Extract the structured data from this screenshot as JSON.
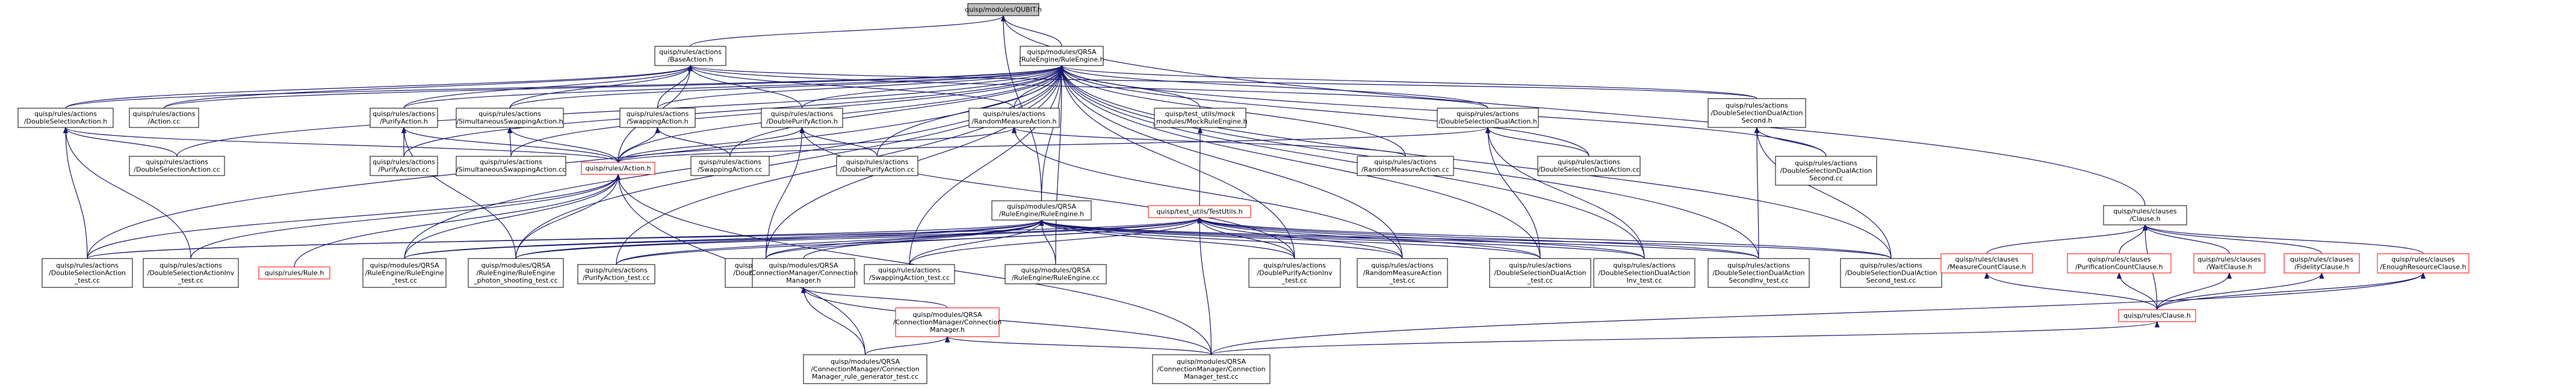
{
  "colors": {
    "edge": "#191970",
    "node_border": "#000000",
    "node_border_truncated": "#ff0000",
    "root_fill": "#bfbfbf",
    "node_fill": "#ffffff"
  },
  "graph": {
    "nodes": [
      {
        "id": "qubit",
        "lines": [
          "quisp/modules/QUBIT.h"
        ],
        "style": "root"
      },
      {
        "id": "baseaction",
        "lines": [
          "quisp/rules/actions",
          "/BaseAction.h"
        ]
      },
      {
        "id": "ruleengine",
        "lines": [
          "quisp/modules/QRSA",
          "/RuleEngine/RuleEngine.h"
        ]
      },
      {
        "id": "dsaction",
        "lines": [
          "quisp/rules/actions",
          "/DoubleSelectionAction.h"
        ]
      },
      {
        "id": "actioncc",
        "lines": [
          "quisp/rules/actions",
          "/Action.cc"
        ]
      },
      {
        "id": "purifyaction",
        "lines": [
          "quisp/rules/actions",
          "/PurifyAction.h"
        ]
      },
      {
        "id": "simswap",
        "lines": [
          "quisp/rules/actions",
          "/SimultaneousSwappingAction.h"
        ]
      },
      {
        "id": "swapping",
        "lines": [
          "quisp/rules/actions",
          "/SwappingAction.h"
        ]
      },
      {
        "id": "doublepurify",
        "lines": [
          "quisp/rules/actions",
          "/DoublePurifyAction.h"
        ]
      },
      {
        "id": "randommeasure",
        "lines": [
          "quisp/rules/actions",
          "/RandomMeasureAction.h"
        ]
      },
      {
        "id": "mockre",
        "lines": [
          "quisp/test_utils/mock",
          "_modules/MockRuleEngine.h"
        ]
      },
      {
        "id": "dsdual",
        "lines": [
          "quisp/rules/actions",
          "/DoubleSelectionDualAction.h"
        ]
      },
      {
        "id": "dsdualsecond",
        "lines": [
          "quisp/rules/actions",
          "/DoubleSelectionDualAction",
          "Second.h"
        ]
      },
      {
        "id": "clause",
        "lines": [
          "quisp/rules/clauses",
          "/Clause.h"
        ]
      },
      {
        "id": "dsactioncc",
        "lines": [
          "quisp/rules/actions",
          "/DoubleSelectionAction.cc"
        ]
      },
      {
        "id": "purifycc",
        "lines": [
          "quisp/rules/actions",
          "/PurifyAction.cc"
        ]
      },
      {
        "id": "simswapcc",
        "lines": [
          "quisp/rules/actions",
          "/SimultaneousSwappingAction.cc"
        ]
      },
      {
        "id": "action",
        "lines": [
          "quisp/rules/Action.h"
        ],
        "style": "truncated"
      },
      {
        "id": "swappingcc",
        "lines": [
          "quisp/rules/actions",
          "/SwappingAction.cc"
        ]
      },
      {
        "id": "doublepurifycc",
        "lines": [
          "quisp/rules/actions",
          "/DoublePurifyAction.cc"
        ]
      },
      {
        "id": "re2",
        "lines": [
          "quisp/modules/QRSA",
          "/RuleEngine/RuleEngine.h"
        ]
      },
      {
        "id": "testutils",
        "lines": [
          "quisp/test_utils/TestUtils.h"
        ],
        "style": "truncated"
      },
      {
        "id": "randommeasurecc",
        "lines": [
          "quisp/rules/actions",
          "/RandomMeasureAction.cc"
        ]
      },
      {
        "id": "dsdualcc",
        "lines": [
          "quisp/rules/actions",
          "/DoubleSelectionDualAction.cc"
        ]
      },
      {
        "id": "dsdualsecondcc",
        "lines": [
          "quisp/rules/actions",
          "/DoubleSelectionDualAction",
          "Second.cc"
        ]
      },
      {
        "id": "dsaction_test",
        "lines": [
          "quisp/rules/actions",
          "/DoubleSelectionAction",
          "_test.cc"
        ]
      },
      {
        "id": "dsactioninv_test",
        "lines": [
          "quisp/rules/actions",
          "/DoubleSelectionActionInv",
          "_test.cc"
        ]
      },
      {
        "id": "rule",
        "lines": [
          "quisp/rules/Rule.h"
        ],
        "style": "truncated"
      },
      {
        "id": "re_test",
        "lines": [
          "quisp/modules/QRSA",
          "/RuleEngine/RuleEngine",
          "_test.cc"
        ]
      },
      {
        "id": "re_photon_test",
        "lines": [
          "quisp/modules/QRSA",
          "/RuleEngine/RuleEngine",
          "_photon_shooting_test.cc"
        ]
      },
      {
        "id": "purify_test",
        "lines": [
          "quisp/rules/actions",
          "/PurifyAction_test.cc"
        ]
      },
      {
        "id": "doublepurify_test",
        "lines": [
          "quisp/rules/actions",
          "/DoublePurifyAction",
          "_test.cc"
        ]
      },
      {
        "id": "cm",
        "lines": [
          "quisp/modules/QRSA",
          "/ConnectionManager/Connection",
          "Manager.h"
        ]
      },
      {
        "id": "recc",
        "lines": [
          "quisp/modules/QRSA",
          "/RuleEngine/RuleEngine.cc"
        ]
      },
      {
        "id": "swapping_test",
        "lines": [
          "quisp/rules/actions",
          "/SwappingAction_test.cc"
        ]
      },
      {
        "id": "doublepurifyinv_test",
        "lines": [
          "quisp/rules/actions",
          "/DoublePurifyActionInv",
          "_test.cc"
        ]
      },
      {
        "id": "randommeasure_test",
        "lines": [
          "quisp/rules/actions",
          "/RandomMeasureAction",
          "_test.cc"
        ]
      },
      {
        "id": "dsdual_test",
        "lines": [
          "quisp/rules/actions",
          "/DoubleSelectionDualAction",
          "_test.cc"
        ]
      },
      {
        "id": "dsdualinv_test",
        "lines": [
          "quisp/rules/actions",
          "/DoubleSelectionDualAction",
          "Inv_test.cc"
        ]
      },
      {
        "id": "dsdualsecondinv_test",
        "lines": [
          "quisp/rules/actions",
          "/DoubleSelectionDualAction",
          "SecondInv_test.cc"
        ]
      },
      {
        "id": "dsdualsecond_test",
        "lines": [
          "quisp/rules/actions",
          "/DoubleSelectionDualAction",
          "Second_test.cc"
        ]
      },
      {
        "id": "cm2",
        "lines": [
          "quisp/modules/QRSA",
          "/ConnectionManager/Connection",
          "Manager.h"
        ],
        "style": "truncated"
      },
      {
        "id": "measurecount",
        "lines": [
          "quisp/rules/clauses",
          "/MeasureCountClause.h"
        ],
        "style": "truncated"
      },
      {
        "id": "purificationcount",
        "lines": [
          "quisp/rules/clauses",
          "/PurificationCountClause.h"
        ],
        "style": "truncated"
      },
      {
        "id": "waitclause",
        "lines": [
          "quisp/rules/clauses",
          "/WaitClause.h"
        ],
        "style": "truncated"
      },
      {
        "id": "fidelity",
        "lines": [
          "quisp/rules/clauses",
          "/FidelityClause.h"
        ],
        "style": "truncated"
      },
      {
        "id": "enoughresource",
        "lines": [
          "quisp/rules/clauses",
          "/EnoughResourceClause.h"
        ],
        "style": "truncated"
      },
      {
        "id": "rulesclause",
        "lines": [
          "quisp/rules/Clause.h"
        ],
        "style": "truncated"
      },
      {
        "id": "cm_rulegen_test",
        "lines": [
          "quisp/modules/QRSA",
          "/ConnectionManager/Connection",
          "Manager_rule_generator_test.cc"
        ]
      },
      {
        "id": "cm_test",
        "lines": [
          "quisp/modules/QRSA",
          "/ConnectionManager/Connection",
          "Manager_test.cc"
        ]
      }
    ],
    "edges": [
      [
        "baseaction",
        "qubit"
      ],
      [
        "ruleengine",
        "qubit"
      ],
      [
        "re2",
        "qubit"
      ],
      [
        "clause",
        "qubit"
      ],
      [
        "dsaction",
        "baseaction"
      ],
      [
        "actioncc",
        "baseaction"
      ],
      [
        "purifyaction",
        "baseaction"
      ],
      [
        "simswap",
        "baseaction"
      ],
      [
        "swapping",
        "baseaction"
      ],
      [
        "doublepurify",
        "baseaction"
      ],
      [
        "randommeasure",
        "baseaction"
      ],
      [
        "dsdual",
        "baseaction"
      ],
      [
        "dsdualsecond",
        "baseaction"
      ],
      [
        "action",
        "baseaction"
      ],
      [
        "dsaction",
        "ruleengine"
      ],
      [
        "actioncc",
        "ruleengine"
      ],
      [
        "purifyaction",
        "ruleengine"
      ],
      [
        "simswap",
        "ruleengine"
      ],
      [
        "swapping",
        "ruleengine"
      ],
      [
        "doublepurify",
        "ruleengine"
      ],
      [
        "randommeasure",
        "ruleengine"
      ],
      [
        "mockre",
        "ruleengine"
      ],
      [
        "dsdual",
        "ruleengine"
      ],
      [
        "dsdualsecond",
        "ruleengine"
      ],
      [
        "re2",
        "ruleengine"
      ],
      [
        "dsactioncc",
        "ruleengine"
      ],
      [
        "purifycc",
        "ruleengine"
      ],
      [
        "simswapcc",
        "ruleengine"
      ],
      [
        "swappingcc",
        "ruleengine"
      ],
      [
        "doublepurifycc",
        "ruleengine"
      ],
      [
        "randommeasurecc",
        "ruleengine"
      ],
      [
        "dsdualcc",
        "ruleengine"
      ],
      [
        "dsdualsecondcc",
        "ruleengine"
      ],
      [
        "action",
        "ruleengine"
      ],
      [
        "recc",
        "ruleengine"
      ],
      [
        "dsaction_test",
        "ruleengine"
      ],
      [
        "re_test",
        "ruleengine"
      ],
      [
        "re_photon_test",
        "ruleengine"
      ],
      [
        "purify_test",
        "ruleengine"
      ],
      [
        "swapping_test",
        "ruleengine"
      ],
      [
        "doublepurify_test",
        "ruleengine"
      ],
      [
        "dsdual_test",
        "ruleengine"
      ],
      [
        "dsdualinv_test",
        "ruleengine"
      ],
      [
        "dsdualsecondinv_test",
        "ruleengine"
      ],
      [
        "dsdualsecond_test",
        "ruleengine"
      ],
      [
        "randommeasure_test",
        "ruleengine"
      ],
      [
        "doublepurifyinv_test",
        "ruleengine"
      ],
      [
        "dsactioncc",
        "dsaction"
      ],
      [
        "dsaction_test",
        "dsaction"
      ],
      [
        "dsactioninv_test",
        "dsaction"
      ],
      [
        "action",
        "dsaction"
      ],
      [
        "purifycc",
        "purifyaction"
      ],
      [
        "action",
        "purifyaction"
      ],
      [
        "re_photon_test",
        "purifyaction"
      ],
      [
        "simswapcc",
        "simswap"
      ],
      [
        "action",
        "simswap"
      ],
      [
        "swappingcc",
        "swapping"
      ],
      [
        "action",
        "swapping"
      ],
      [
        "doublepurifycc",
        "doublepurify"
      ],
      [
        "action",
        "doublepurify"
      ],
      [
        "doublepurify_test",
        "doublepurify"
      ],
      [
        "doublepurifyinv_test",
        "doublepurify"
      ],
      [
        "randommeasurecc",
        "randommeasure"
      ],
      [
        "action",
        "randommeasure"
      ],
      [
        "randommeasure_test",
        "randommeasure"
      ],
      [
        "testutils",
        "mockre"
      ],
      [
        "dsdualcc",
        "dsdual"
      ],
      [
        "action",
        "dsdual"
      ],
      [
        "dsdual_test",
        "dsdual"
      ],
      [
        "dsdualinv_test",
        "dsdual"
      ],
      [
        "dsdualsecondcc",
        "dsdualsecond"
      ],
      [
        "dsdualsecondinv_test",
        "dsdualsecond"
      ],
      [
        "dsdualsecond_test",
        "dsdualsecond"
      ],
      [
        "measurecount",
        "clause"
      ],
      [
        "purificationcount",
        "clause"
      ],
      [
        "waitclause",
        "clause"
      ],
      [
        "fidelity",
        "clause"
      ],
      [
        "enoughresource",
        "clause"
      ],
      [
        "rulesclause",
        "clause"
      ],
      [
        "dsaction_test",
        "action"
      ],
      [
        "dsactioninv_test",
        "action"
      ],
      [
        "rule",
        "action"
      ],
      [
        "re_test",
        "action"
      ],
      [
        "re_photon_test",
        "action"
      ],
      [
        "cm_rulegen_test",
        "action"
      ],
      [
        "cm_test",
        "action"
      ],
      [
        "dsaction_test",
        "re2"
      ],
      [
        "re_test",
        "re2"
      ],
      [
        "re_photon_test",
        "re2"
      ],
      [
        "purify_test",
        "re2"
      ],
      [
        "cm",
        "re2"
      ],
      [
        "recc",
        "re2"
      ],
      [
        "swapping_test",
        "re2"
      ],
      [
        "doublepurifyinv_test",
        "re2"
      ],
      [
        "randommeasure_test",
        "re2"
      ],
      [
        "dsdual_test",
        "re2"
      ],
      [
        "dsdualinv_test",
        "re2"
      ],
      [
        "dsdualsecondinv_test",
        "re2"
      ],
      [
        "dsdualsecond_test",
        "re2"
      ],
      [
        "doublepurify_test",
        "re2"
      ],
      [
        "dsaction_test",
        "testutils"
      ],
      [
        "re_test",
        "testutils"
      ],
      [
        "re_photon_test",
        "testutils"
      ],
      [
        "purify_test",
        "testutils"
      ],
      [
        "swapping_test",
        "testutils"
      ],
      [
        "doublepurify_test",
        "testutils"
      ],
      [
        "doublepurifyinv_test",
        "testutils"
      ],
      [
        "randommeasure_test",
        "testutils"
      ],
      [
        "dsdual_test",
        "testutils"
      ],
      [
        "dsdualinv_test",
        "testutils"
      ],
      [
        "dsdualsecondinv_test",
        "testutils"
      ],
      [
        "dsdualsecond_test",
        "testutils"
      ],
      [
        "cm_test",
        "testutils"
      ],
      [
        "cm_rulegen_test",
        "cm"
      ],
      [
        "cm_test",
        "cm"
      ],
      [
        "cm2",
        "cm"
      ],
      [
        "cm_rulegen_test",
        "cm2"
      ],
      [
        "cm_test",
        "cm2"
      ],
      [
        "rulesclause",
        "measurecount"
      ],
      [
        "rulesclause",
        "purificationcount"
      ],
      [
        "rulesclause",
        "waitclause"
      ],
      [
        "rulesclause",
        "fidelity"
      ],
      [
        "rulesclause",
        "enoughresource"
      ],
      [
        "cm_test",
        "enoughresource"
      ],
      [
        "cm_test",
        "rulesclause"
      ]
    ]
  }
}
